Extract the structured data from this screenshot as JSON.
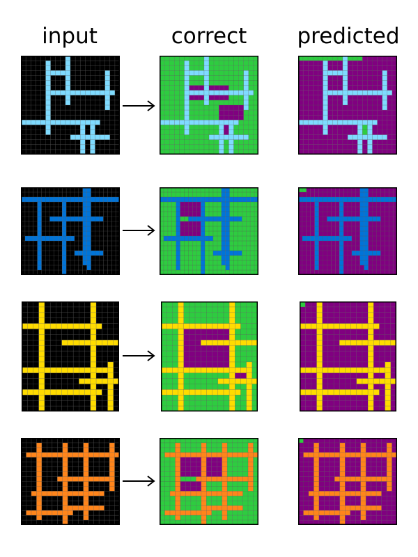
{
  "headers": {
    "input": "input",
    "correct": "correct",
    "predicted": "predicted"
  },
  "colors": {
    "background": "#000000",
    "fill_outside": "#2ECC40",
    "fill_enclosed": "#800080",
    "gridline": "#555555"
  },
  "rows": [
    {
      "rows": 20,
      "cols": 20,
      "line_color": "#7FDBFF",
      "horizontals": [
        [
          3,
          6,
          9
        ],
        [
          7,
          6,
          18
        ],
        [
          13,
          0,
          15
        ],
        [
          16,
          10,
          17
        ]
      ],
      "verticals": [
        [
          5,
          1,
          15
        ],
        [
          9,
          0,
          9
        ],
        [
          12,
          13,
          19
        ],
        [
          14,
          13,
          19
        ],
        [
          17,
          3,
          10
        ]
      ],
      "correct_enclosed": [
        [
          6,
          8,
          6,
          13
        ],
        [
          10,
          12,
          12,
          16
        ],
        [
          14,
          15,
          12,
          13
        ]
      ],
      "predicted_fill_rows": [
        [
          0,
          0,
          0,
          12
        ],
        [
          14,
          15,
          12,
          13
        ]
      ]
    },
    {
      "rows": 18,
      "cols": 24,
      "line_color": "#0074D9",
      "horizontals": [
        [
          2,
          0,
          23
        ],
        [
          6,
          7,
          19
        ],
        [
          10,
          1,
          12
        ],
        [
          13,
          13,
          19
        ]
      ],
      "verticals": [
        [
          4,
          2,
          16
        ],
        [
          10,
          3,
          17
        ],
        [
          15,
          0,
          15
        ],
        [
          16,
          0,
          16
        ]
      ],
      "correct_enclosed": [
        [
          3,
          5,
          5,
          9
        ],
        [
          7,
          9,
          5,
          9
        ]
      ],
      "predicted_fill_rows": [
        [
          0,
          0,
          0,
          1
        ]
      ]
    },
    {
      "rows": 20,
      "cols": 17,
      "line_color": "#FFDC00",
      "horizontals": [
        [
          4,
          0,
          13
        ],
        [
          7,
          7,
          16
        ],
        [
          12,
          0,
          15
        ],
        [
          14,
          10,
          16
        ],
        [
          16,
          0,
          13
        ]
      ],
      "verticals": [
        [
          3,
          0,
          19
        ],
        [
          12,
          0,
          19
        ],
        [
          15,
          11,
          19
        ]
      ],
      "correct_enclosed": [
        [
          5,
          11,
          4,
          11
        ],
        [
          13,
          13,
          13,
          14
        ]
      ],
      "predicted_fill_rows": [
        [
          0,
          0,
          0,
          0
        ]
      ]
    },
    {
      "rows": 18,
      "cols": 19,
      "line_color": "#FF851B",
      "horizontals": [
        [
          3,
          1,
          18
        ],
        [
          8,
          7,
          17
        ],
        [
          11,
          2,
          15
        ],
        [
          14,
          8,
          15
        ],
        [
          15,
          1,
          9
        ]
      ],
      "verticals": [
        [
          3,
          1,
          16
        ],
        [
          8,
          1,
          17
        ],
        [
          12,
          1,
          16
        ],
        [
          17,
          1,
          10
        ]
      ],
      "correct_enclosed": [
        [
          4,
          7,
          4,
          12
        ],
        [
          9,
          10,
          4,
          7
        ]
      ],
      "predicted_fill_rows": [
        [
          0,
          0,
          0,
          0
        ]
      ]
    }
  ]
}
